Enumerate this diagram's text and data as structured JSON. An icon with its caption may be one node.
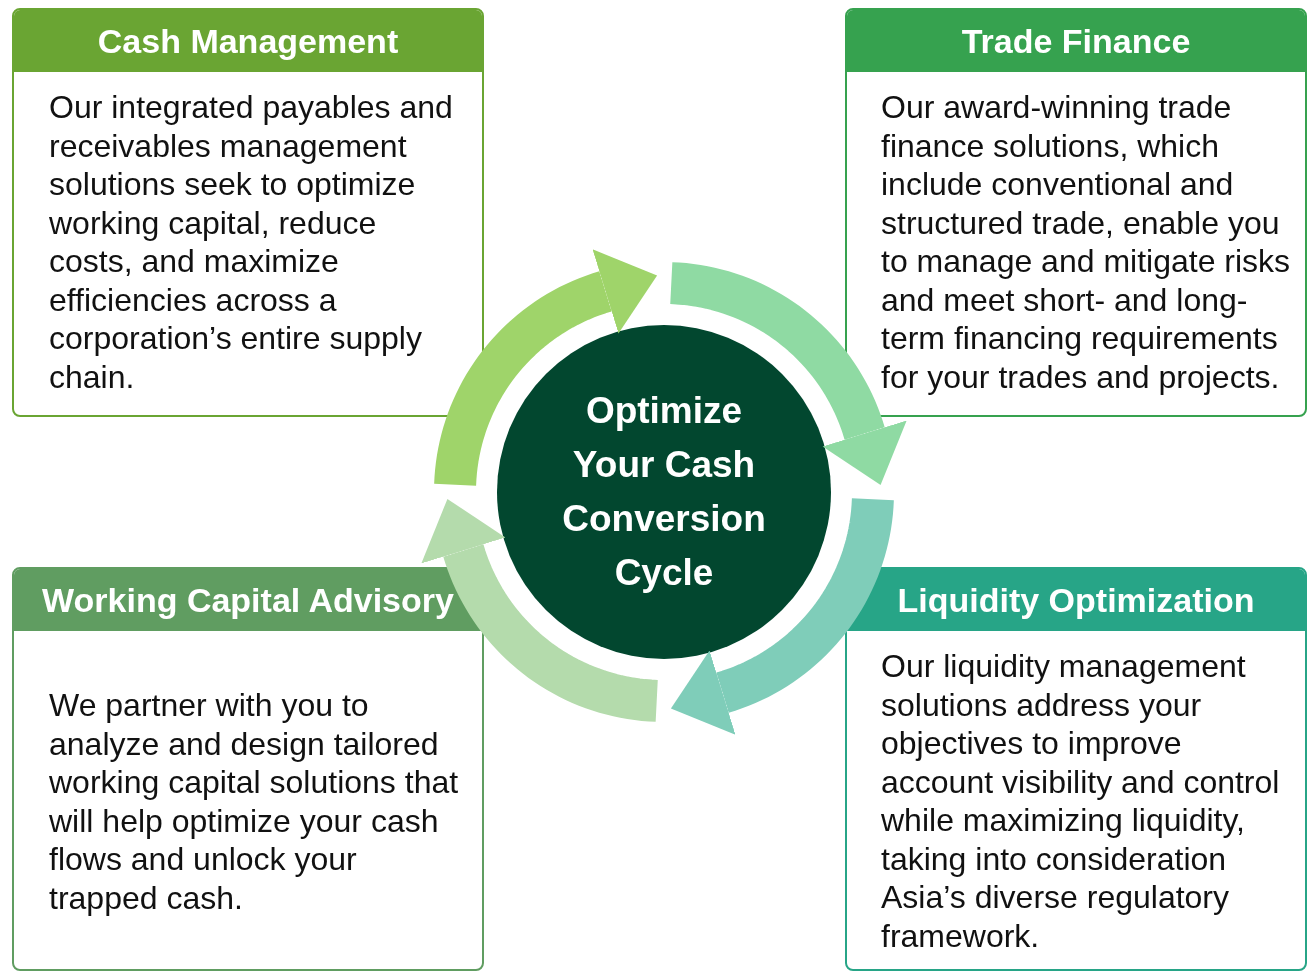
{
  "diagram": {
    "nodes": [
      {
        "text": [
          "Cash Management",
          "Our integrated payables and receivables management solutions seek to optimize working capital, reduce costs, and maximize efficiencies across a corporation’s entire supply chain."
        ]
      },
      {
        "text": [
          "Trade Finance",
          "Our award-winning trade finance solutions, which include conventional and structured trade, enable you to manage and mitigate risks and meet short- and long-term financing requirements for your trades and projects."
        ]
      },
      {
        "text": [
          "Optimize Your Cash Conversion Cycle"
        ]
      },
      {
        "text": [
          "Working Capital Advisory",
          "We partner with you to analyze and design tailored working capital solutions that will help optimize your cash flows and unlock your trapped cash."
        ]
      },
      {
        "text": [
          "Liquidity Optimization",
          "Our liquidity management solutions address your objectives to improve account visibility and control while maximizing liquidity, taking into consideration Asia’s diverse regulatory framework."
        ]
      }
    ]
  }
}
